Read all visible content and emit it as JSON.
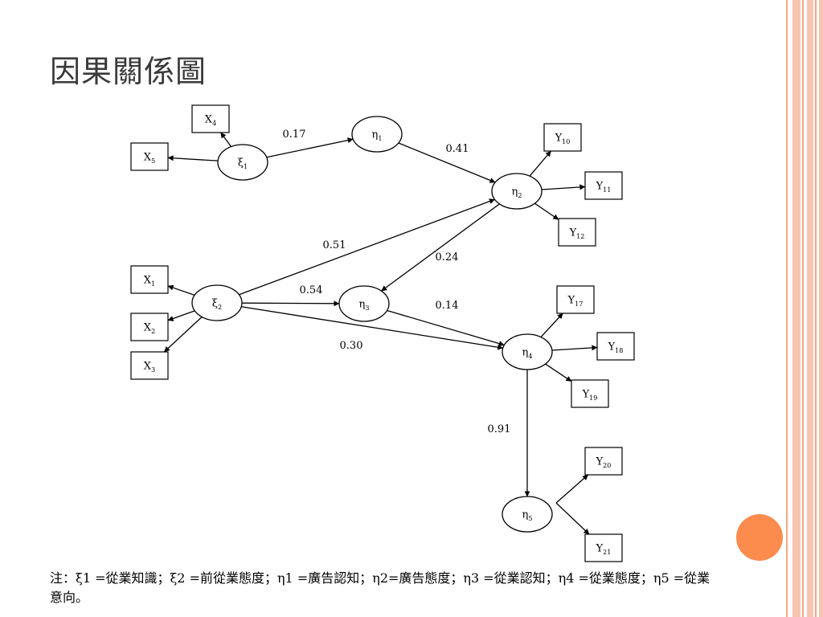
{
  "slide": {
    "title": "因果關係圖",
    "note": "注：ξ1 =從業知識；ξ2 =前從業態度；η1 =廣告認知；η2=廣告態度；η3 =從業認知；η4 =從業態度；η5 =從業意向。",
    "accent_colors": [
      "#f7c4b0",
      "#f4a58a",
      "#fb8c4e"
    ]
  },
  "diagram": {
    "latents": [
      {
        "id": "xi1",
        "sym": "ξ",
        "sub": "1"
      },
      {
        "id": "xi2",
        "sym": "ξ",
        "sub": "2"
      },
      {
        "id": "eta1",
        "sym": "η",
        "sub": "1"
      },
      {
        "id": "eta2",
        "sym": "η",
        "sub": "2"
      },
      {
        "id": "eta3",
        "sym": "η",
        "sub": "3"
      },
      {
        "id": "eta4",
        "sym": "η",
        "sub": "4"
      },
      {
        "id": "eta5",
        "sym": "η",
        "sub": "5"
      }
    ],
    "indicators": [
      {
        "id": "X4",
        "sym": "X",
        "sub": "4"
      },
      {
        "id": "X5",
        "sym": "X",
        "sub": "5"
      },
      {
        "id": "X1",
        "sym": "X",
        "sub": "1"
      },
      {
        "id": "X2",
        "sym": "X",
        "sub": "2"
      },
      {
        "id": "X3",
        "sym": "X",
        "sub": "3"
      },
      {
        "id": "Y10",
        "sym": "Y",
        "sub": "10"
      },
      {
        "id": "Y11",
        "sym": "Y",
        "sub": "11"
      },
      {
        "id": "Y12",
        "sym": "Y",
        "sub": "12"
      },
      {
        "id": "Y17",
        "sym": "Y",
        "sub": "17"
      },
      {
        "id": "Y18",
        "sym": "Y",
        "sub": "18"
      },
      {
        "id": "Y19",
        "sym": "Y",
        "sub": "19"
      },
      {
        "id": "Y20",
        "sym": "Y",
        "sub": "20"
      },
      {
        "id": "Y21",
        "sym": "Y",
        "sub": "21"
      }
    ],
    "paths": [
      {
        "from": "xi1",
        "to": "eta1",
        "coef": "0.17"
      },
      {
        "from": "eta1",
        "to": "eta2",
        "coef": "0.41"
      },
      {
        "from": "xi2",
        "to": "eta2",
        "coef": "0.51"
      },
      {
        "from": "eta2",
        "to": "eta3",
        "coef": "0.24"
      },
      {
        "from": "xi2",
        "to": "eta3",
        "coef": "0.54"
      },
      {
        "from": "eta3",
        "to": "eta4",
        "coef": "0.14"
      },
      {
        "from": "xi2",
        "to": "eta4",
        "coef": "0.30"
      },
      {
        "from": "eta4",
        "to": "eta5",
        "coef": "0.91"
      }
    ],
    "loadings": [
      {
        "from": "xi1",
        "to": "X4"
      },
      {
        "from": "xi1",
        "to": "X5"
      },
      {
        "from": "xi2",
        "to": "X1"
      },
      {
        "from": "xi2",
        "to": "X2"
      },
      {
        "from": "xi2",
        "to": "X3"
      },
      {
        "from": "eta2",
        "to": "Y10"
      },
      {
        "from": "eta2",
        "to": "Y11"
      },
      {
        "from": "eta2",
        "to": "Y12"
      },
      {
        "from": "eta4",
        "to": "Y17"
      },
      {
        "from": "eta4",
        "to": "Y18"
      },
      {
        "from": "eta4",
        "to": "Y19"
      },
      {
        "from": "eta5",
        "to": "Y20"
      },
      {
        "from": "eta5",
        "to": "Y21"
      }
    ]
  }
}
